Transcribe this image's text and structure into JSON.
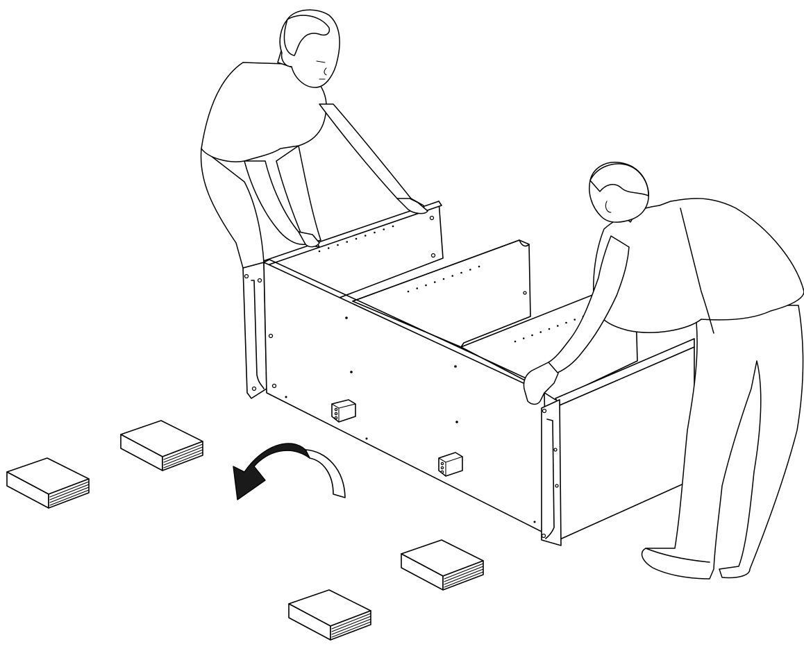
{
  "illustration": {
    "figures": [
      "person-left",
      "person-right"
    ],
    "object": "cabinet-carcass",
    "action_arrow": "rotate-counterclockwise-arrow",
    "supports": [
      "book-stack",
      "book-stack",
      "book-stack",
      "book-stack"
    ],
    "colors": {
      "line": "#000000",
      "background": "#ffffff",
      "arrow": "#000000"
    }
  }
}
